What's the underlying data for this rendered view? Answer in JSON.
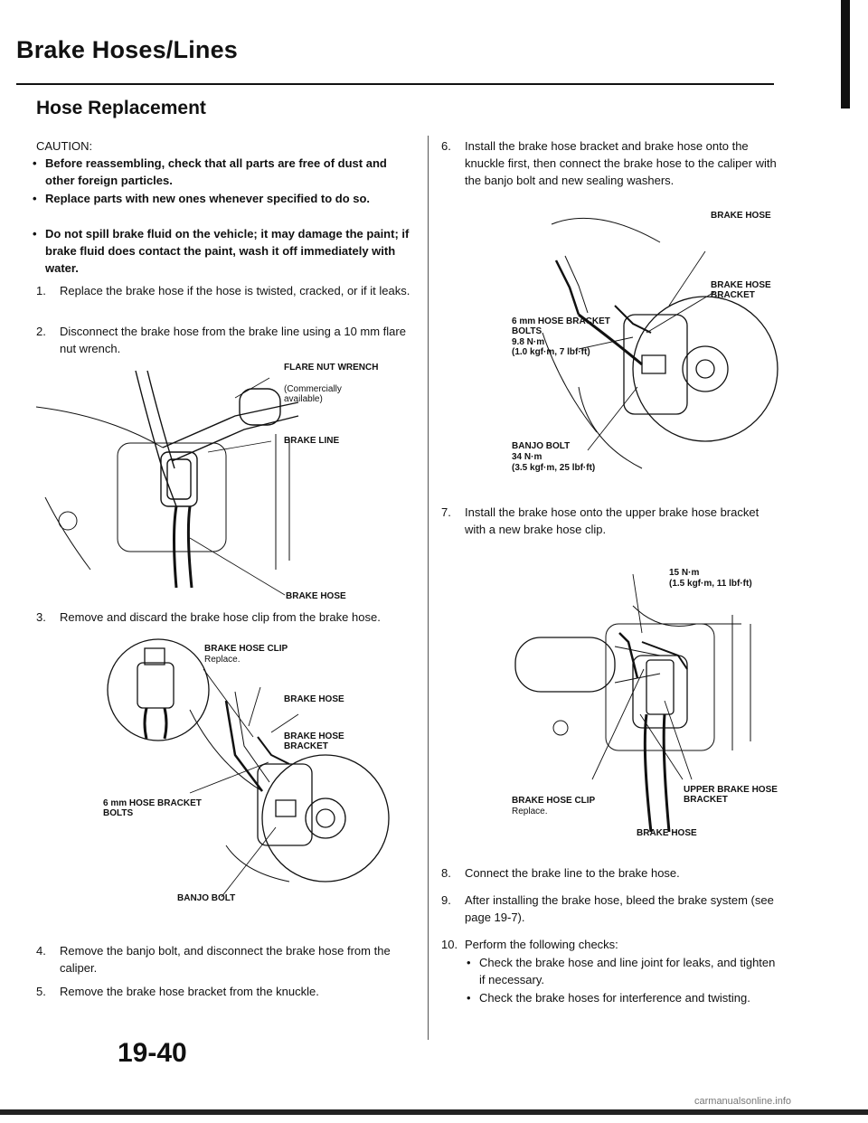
{
  "header": {
    "title": "Brake Hoses/Lines",
    "section": "Hose Replacement"
  },
  "caution": {
    "heading": "CAUTION:",
    "items": [
      "Before reassembling, check that all parts are free of dust and other foreign particles.",
      "Replace parts with new ones whenever specified to do so.",
      "Do not spill brake fluid on the vehicle; it may damage the paint; if brake fluid does contact the paint, wash it off immediately with water."
    ]
  },
  "steps": {
    "s1": {
      "num": "1.",
      "text": "Replace the brake hose if the hose is twisted, cracked, or if it leaks."
    },
    "s2": {
      "num": "2.",
      "text": "Disconnect the brake hose from the brake line using a 10 mm flare nut wrench."
    },
    "s3": {
      "num": "3.",
      "text": "Remove and discard the brake hose clip from the brake hose."
    },
    "s4": {
      "num": "4.",
      "text": "Remove the banjo bolt, and disconnect the brake hose from the caliper."
    },
    "s5": {
      "num": "5.",
      "text": "Remove the brake hose bracket from the knuckle."
    },
    "s6": {
      "num": "6.",
      "text": "Install the brake hose bracket and brake hose onto the knuckle first, then connect the brake hose to the caliper with the banjo bolt and new sealing washers."
    },
    "s7": {
      "num": "7.",
      "text": "Install the brake hose onto the upper brake hose bracket with a new brake hose clip."
    },
    "s8": {
      "num": "8.",
      "text": "Connect the brake line to the brake hose."
    },
    "s9": {
      "num": "9.",
      "text": "After installing the brake hose, bleed the brake system (see page 19-7)."
    },
    "s10": {
      "num": "10.",
      "text": "Perform the following checks:",
      "checks": [
        "Check the brake hose and line joint for leaks, and tighten if necessary.",
        "Check the brake hoses for interference and twisting."
      ]
    }
  },
  "fig1": {
    "flare_nut_wrench": "FLARE NUT WRENCH",
    "commercially_available": "(Commercially available)",
    "brake_line": "BRAKE LINE",
    "brake_hose": "BRAKE HOSE"
  },
  "fig2": {
    "brake_hose_clip": "BRAKE HOSE CLIP",
    "replace": "Replace.",
    "brake_hose": "BRAKE HOSE",
    "brake_hose_bracket": "BRAKE HOSE BRACKET",
    "hose_bracket_bolts": "6 mm HOSE BRACKET BOLTS",
    "banjo_bolt": "BANJO BOLT"
  },
  "fig3": {
    "brake_hose": "BRAKE HOSE",
    "brake_hose_bracket": "BRAKE HOSE BRACKET",
    "hose_bracket_bolts": "6 mm HOSE BRACKET BOLTS",
    "bolts_torque": "9.8 N·m",
    "bolts_torque_alt": "(1.0 kgf·m, 7 lbf·ft)",
    "banjo_bolt": "BANJO BOLT",
    "banjo_torque": "34 N·m",
    "banjo_torque_alt": "(3.5 kgf·m, 25 lbf·ft)"
  },
  "fig4": {
    "torque": "15 N·m",
    "torque_alt": "(1.5 kgf·m, 11 lbf·ft)",
    "brake_hose_clip": "BRAKE HOSE CLIP",
    "replace": "Replace.",
    "upper_bracket": "UPPER BRAKE HOSE BRACKET",
    "brake_hose": "BRAKE HOSE"
  },
  "footer": {
    "page_number": "19-40",
    "watermark": "carmanualsonline.info"
  }
}
